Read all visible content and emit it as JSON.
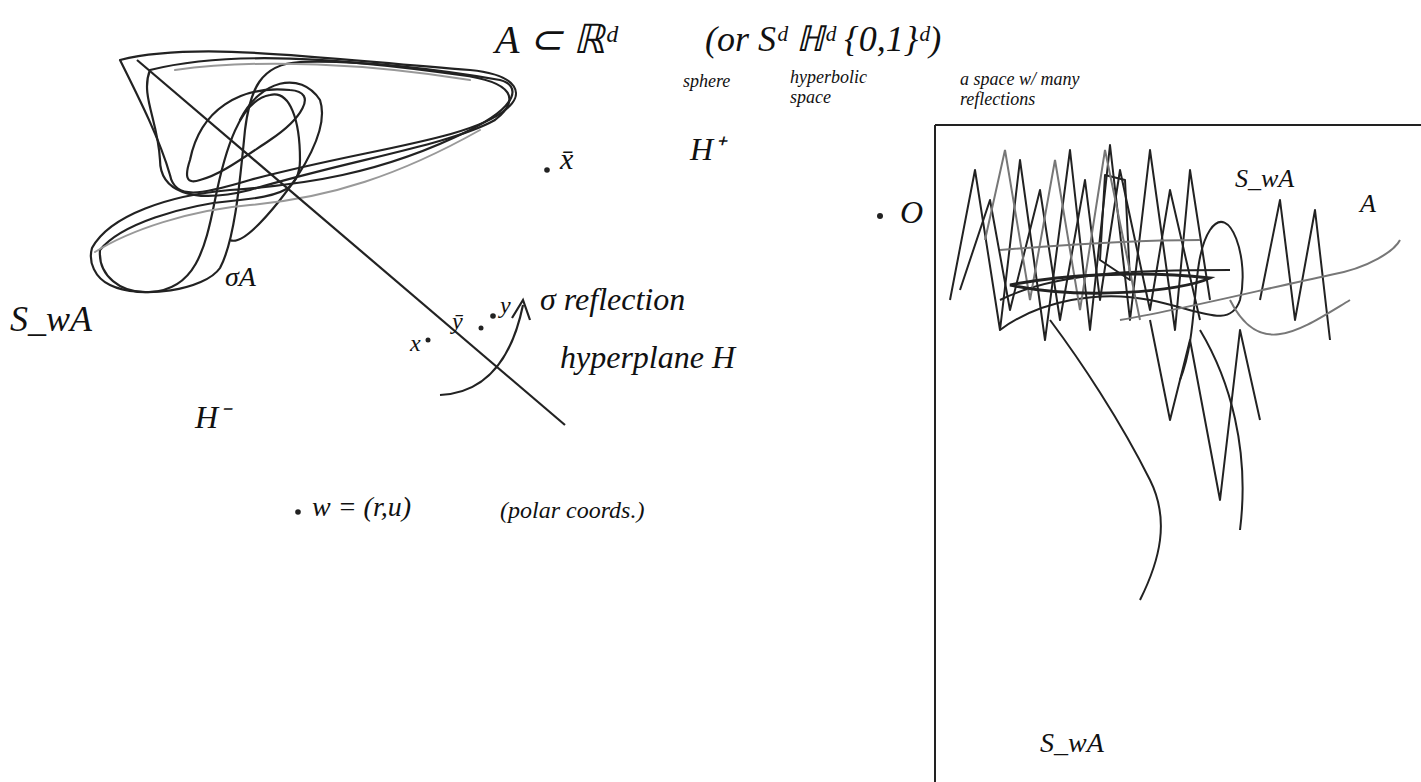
{
  "diagram": {
    "labels": [
      "A ⊂ ℝᵈ",
      "(or Sᵈ ℍᵈ {0,1}ᵈ)",
      "sphere",
      "hyperbolic space",
      "a space w/ many reflections",
      "H⁺",
      "x̄",
      "O",
      "S_wA",
      "σA",
      "ȳ",
      "y",
      "x",
      "σ reflection",
      "hyperplane H",
      "H⁻",
      "w = (r,u)",
      "(polar coords.)",
      "S_wA",
      "A",
      "S_wA"
    ]
  }
}
